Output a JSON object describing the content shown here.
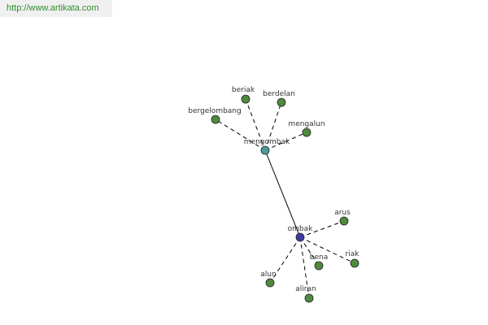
{
  "watermark": {
    "url_text": "http://www.artikata.com"
  },
  "colors": {
    "leaf_node": "#4f8a3e",
    "hub_mengombak": "#4d9b9b",
    "hub_ombak": "#3d3d9e",
    "edge": "#000000"
  },
  "graph": {
    "nodes": [
      {
        "id": "ombak",
        "label": "ombak",
        "kind": "hub_ombak"
      },
      {
        "id": "mengombak",
        "label": "mengombak",
        "kind": "hub_mengombak"
      },
      {
        "id": "beriak",
        "label": "beriak",
        "kind": "leaf"
      },
      {
        "id": "berdelan",
        "label": "berdelan",
        "kind": "leaf"
      },
      {
        "id": "bergelombang",
        "label": "bergelombang",
        "kind": "leaf"
      },
      {
        "id": "mengalun",
        "label": "mengalun",
        "kind": "leaf"
      },
      {
        "id": "arus",
        "label": "arus",
        "kind": "leaf"
      },
      {
        "id": "riak",
        "label": "riak",
        "kind": "leaf"
      },
      {
        "id": "bena",
        "label": "bena",
        "kind": "leaf"
      },
      {
        "id": "alun",
        "label": "alun",
        "kind": "leaf"
      },
      {
        "id": "aliran",
        "label": "aliran",
        "kind": "leaf"
      }
    ],
    "edges": [
      {
        "from": "mengombak",
        "to": "ombak",
        "style": "solid"
      },
      {
        "from": "mengombak",
        "to": "beriak",
        "style": "dashed"
      },
      {
        "from": "mengombak",
        "to": "berdelan",
        "style": "dashed"
      },
      {
        "from": "mengombak",
        "to": "bergelombang",
        "style": "dashed"
      },
      {
        "from": "mengombak",
        "to": "mengalun",
        "style": "dashed"
      },
      {
        "from": "ombak",
        "to": "arus",
        "style": "dashed"
      },
      {
        "from": "ombak",
        "to": "riak",
        "style": "dashed"
      },
      {
        "from": "ombak",
        "to": "bena",
        "style": "dashed"
      },
      {
        "from": "ombak",
        "to": "alun",
        "style": "dashed"
      },
      {
        "from": "ombak",
        "to": "aliran",
        "style": "dashed"
      }
    ]
  }
}
